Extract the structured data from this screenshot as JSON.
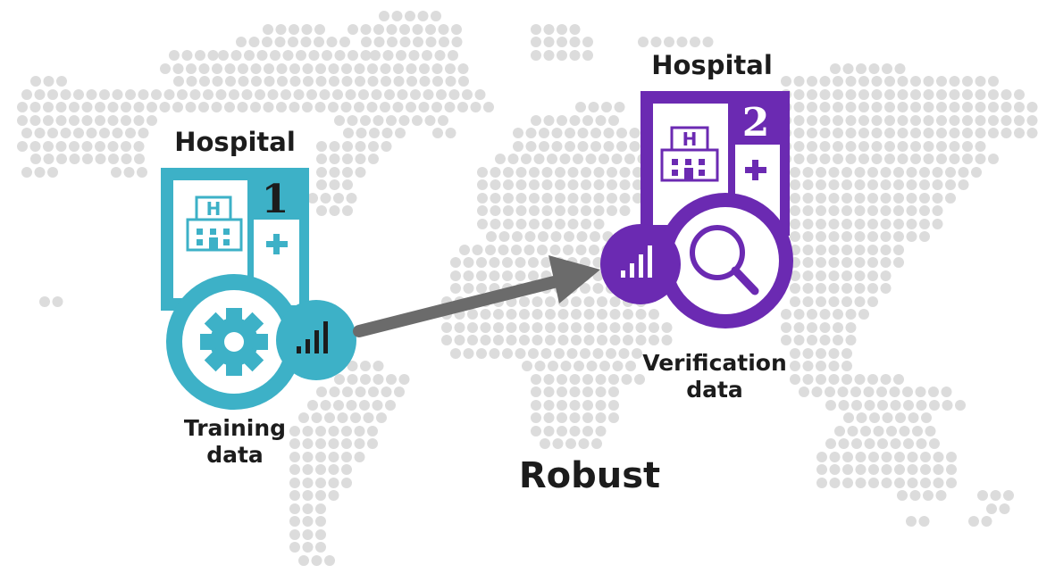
{
  "colors": {
    "dots": "#dcdcdc",
    "hospital1": "#3db1c7",
    "hospital2": "#6b2ab2",
    "arrow": "#6b6b6b",
    "text": "#1c1c1c"
  },
  "hospital1": {
    "title": "Hospital",
    "number": "1",
    "caption_line1": "Training",
    "caption_line2": "data",
    "icons": [
      "building-h-icon",
      "plus-icon",
      "gear-icon",
      "signal-bars-icon"
    ]
  },
  "hospital2": {
    "title": "Hospital",
    "number": "2",
    "caption_line1": "Verification",
    "caption_line2": "data",
    "icons": [
      "building-h-icon",
      "plus-icon",
      "magnifier-icon",
      "signal-bars-icon"
    ]
  },
  "flow": {
    "arrow": "arrow-icon"
  },
  "result_label": "Robust"
}
